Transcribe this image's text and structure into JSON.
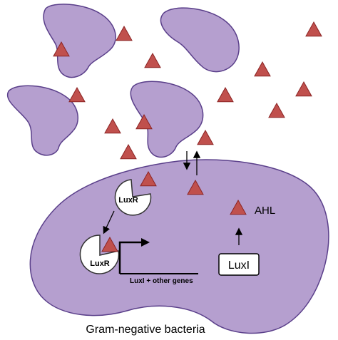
{
  "labels": {
    "luxr_top": "LuxR",
    "luxr_bottom": "LuxR",
    "gene_text": "LuxI + other genes",
    "luxi_box": "LuxI",
    "ahl_legend": "AHL",
    "caption": "Gram-negative bacteria"
  },
  "colors": {
    "background": "#ffffff",
    "cell_fill": "#b59fcf",
    "cell_stroke": "#5a3f8a",
    "ahl_fill": "#c0504d",
    "ahl_stroke": "#8b2323",
    "protein_fill": "#ffffff",
    "arrow": "#000000"
  }
}
